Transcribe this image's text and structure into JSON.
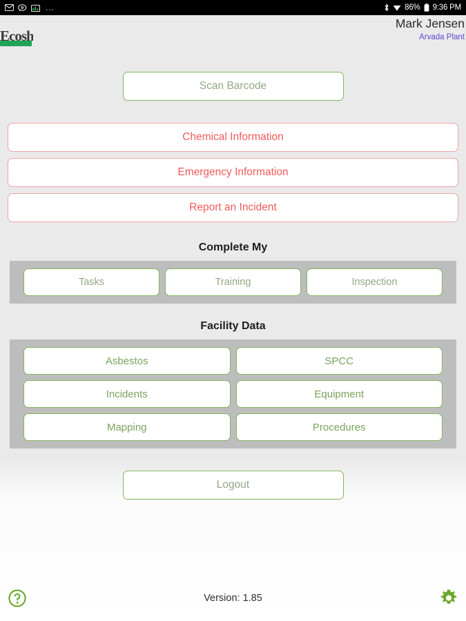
{
  "statusbar": {
    "left_icons": [
      "mail-icon",
      "chat-bubble-icon",
      "chart-icon"
    ],
    "overflow": "...",
    "right_icons": [
      "bluetooth-icon",
      "wifi-icon"
    ],
    "battery_percent": "86%",
    "battery_icon": "battery-icon",
    "clock": "9:36 PM"
  },
  "header": {
    "logo_text": "Ecosh",
    "user_name": "Mark Jensen",
    "plant_name": "Arvada Plant"
  },
  "scan": {
    "label": "Scan Barcode"
  },
  "alerts": [
    {
      "label": "Chemical Information",
      "name": "chemical-information-button"
    },
    {
      "label": "Emergency Information",
      "name": "emergency-information-button"
    },
    {
      "label": "Report an Incident",
      "name": "report-an-incident-button"
    }
  ],
  "complete_my": {
    "title": "Complete My",
    "buttons": [
      {
        "label": "Tasks"
      },
      {
        "label": "Training"
      },
      {
        "label": "Inspection"
      }
    ]
  },
  "facility_data": {
    "title": "Facility Data",
    "rows": [
      [
        {
          "label": "Asbestos"
        },
        {
          "label": "SPCC"
        }
      ],
      [
        {
          "label": "Incidents"
        },
        {
          "label": "Equipment"
        }
      ],
      [
        {
          "label": "Mapping"
        },
        {
          "label": "Procedures"
        }
      ]
    ]
  },
  "logout": {
    "label": "Logout"
  },
  "footer": {
    "help_icon": "help-circle-icon",
    "version": "Version: 1.85",
    "settings_icon": "gear-icon"
  },
  "colors": {
    "green_border": "#81b65f",
    "green_text": "#7aa25c",
    "red_border": "#f0a3a3",
    "red_text": "#ef5a5a",
    "panel_gray": "#bdbdbd",
    "link_blue": "#5a4ad1",
    "accent_green": "#6aa92c",
    "background": "#eaeaea"
  }
}
